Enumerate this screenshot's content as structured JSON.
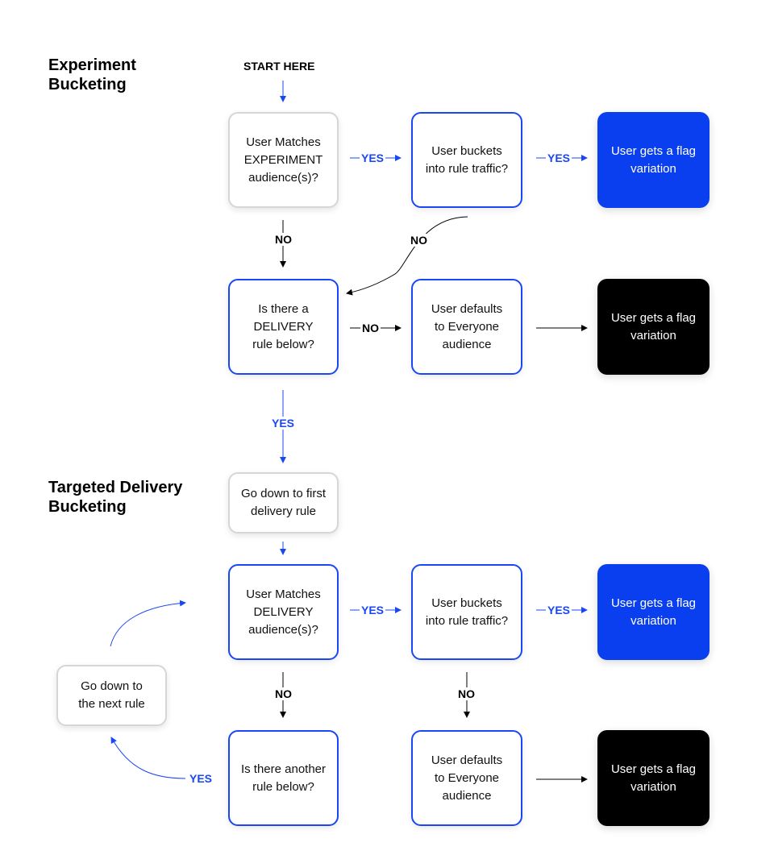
{
  "colors": {
    "accent_blue": "#1a47f5",
    "blue_fill": "#0a3ff0",
    "black_fill": "#000000",
    "grey_border": "#d6d6d6"
  },
  "titles": {
    "experiment": [
      "Experiment",
      "Bucketing"
    ],
    "delivery": [
      "Targeted Delivery",
      "Bucketing"
    ]
  },
  "start_label": "START HERE",
  "nodes": {
    "exp_match": [
      "User Matches",
      "EXPERIMENT",
      "audience(s)?"
    ],
    "exp_bucket": [
      "User buckets",
      "into rule traffic?"
    ],
    "exp_result": [
      "User gets a flag",
      "variation"
    ],
    "delivery_rule_q": [
      "Is there a",
      "DELIVERY",
      "rule below?"
    ],
    "exp_default": [
      "User defaults",
      "to Everyone",
      "audience"
    ],
    "exp_default_result": [
      "User gets a flag",
      "variation"
    ],
    "first_rule": [
      "Go down to first",
      "delivery rule"
    ],
    "del_match": [
      "User Matches",
      "DELIVERY",
      "audience(s)?"
    ],
    "del_bucket": [
      "User buckets",
      "into rule traffic?"
    ],
    "del_result": [
      "User gets a flag",
      "variation"
    ],
    "next_rule": [
      "Go down to",
      "the next rule"
    ],
    "another_rule_q": [
      "Is there another",
      "rule below?"
    ],
    "del_default": [
      "User defaults",
      "to Everyone",
      "audience"
    ],
    "del_default_result": [
      "User gets a flag",
      "variation"
    ]
  },
  "edge_labels": {
    "yes": "YES",
    "no": "NO"
  }
}
